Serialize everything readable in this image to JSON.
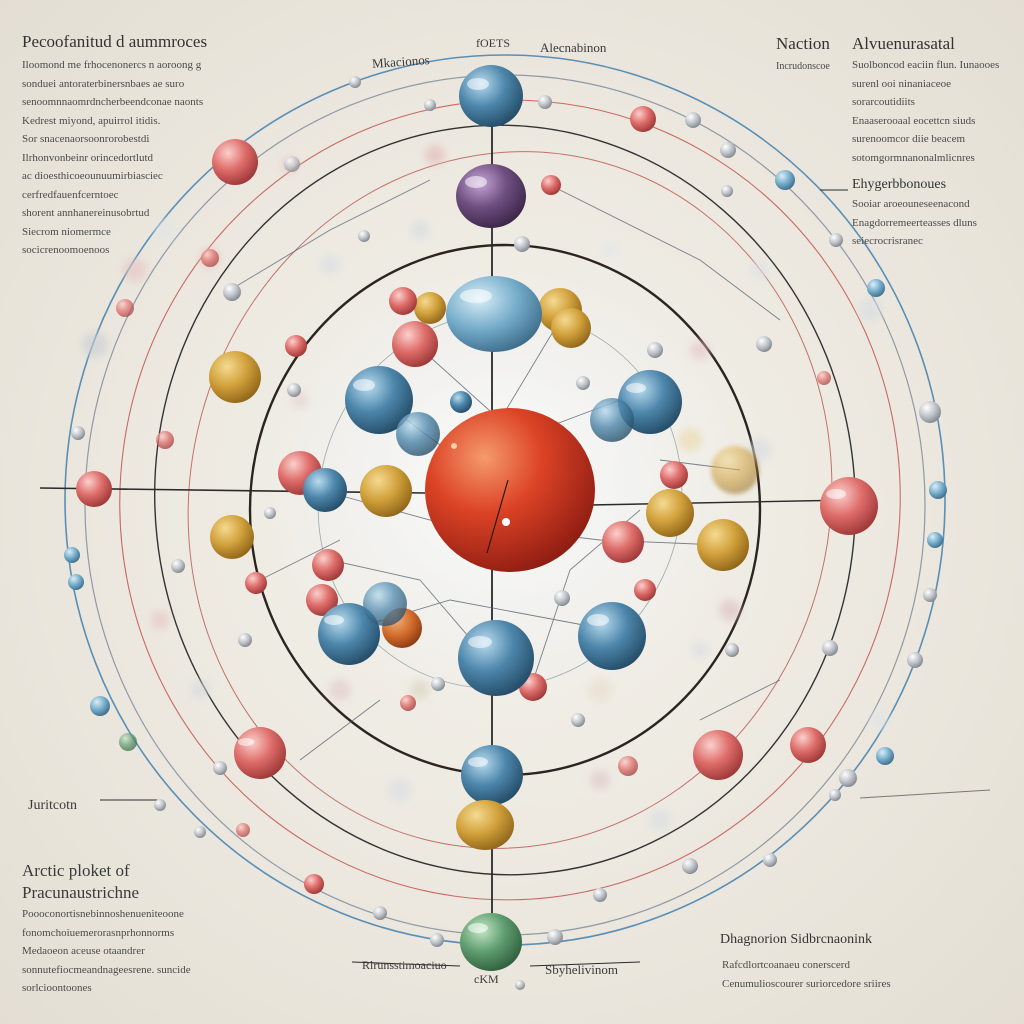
{
  "labels": {
    "top_left_title": "Pecoofanitud d aummroces",
    "top_left_body": [
      "Iloomond me frhocenonercs n aoroong g",
      "sonduei antoraterbinersnbaes ae suro",
      "senoomnnaomrdncherbeendconae naonts",
      "Kedrest miyond, apuirrol itidis.",
      "Sor snacenaorsoonrorobestdi",
      "Ilrhonvonbeinr orincedortlutd",
      "ac dioesthicoeounuumirbiasciec",
      "cerfredfauenfcerntoec",
      "shorent annhanereinusobrtud",
      "Siecrom niomermce",
      "socicrenoomoenoos"
    ],
    "top_right_title_1": "Naction",
    "top_right_sub_1": "Incrudonscoe",
    "top_right_title_2": "Alvuenurasatal",
    "top_right_body_1": [
      "Suolboncod eaciin flun. Iunaooes",
      "surenl ooi ninaniaceoe",
      "sorarcoutidiits",
      "Enaaserooaal eocettcn siuds",
      "surenoomcor diie beacem",
      "sotomgormnanonalmlicnres"
    ],
    "top_right_head_2": "Ehygerbbonoues",
    "top_right_body_2": [
      "Sooiar aroeouneseenacond",
      "Enagdorremeerteasses dluns",
      "seiecrocrisranec"
    ],
    "top_orbit_label_1": "Mkacionos",
    "top_orbit_label_2": "fOETS",
    "top_orbit_label_3": "Alecnabinon",
    "left_mid_label": "Juritcotn",
    "bottom_left_title_1": "Arctic ploket of",
    "bottom_left_title_2": "Pracunaustrichne",
    "bottom_left_body": [
      "Poooconortisnebinnoshenueniteoone",
      "fonomchoiuemerorasnprhonnorms",
      "Medaoeon aceuse otaandrer",
      "sonnutefiocmeandnageesrene. suncide",
      "sorlcioontoones"
    ],
    "bottom_right_title": "Dhagnorion Sidbrcnaonink",
    "bottom_right_body": [
      "Rafcdlortcoanaeu conerscerd",
      "Cenumulioscourer suriorcedore sriires"
    ],
    "bottom_orbit_label_1": "Rlrunsstimoaciuo",
    "bottom_orbit_label_2": "cKM",
    "bottom_orbit_label_3": "Sbyhelivinom"
  },
  "colors": {
    "nucleus": "#d53a22",
    "nucleus_highlight": "#f08658",
    "blue": "#4a7fa3",
    "blue_light": "#a8d0e6",
    "purple": "#6a4d7a",
    "gold": "#d2a23c",
    "pink": "#d65b5b",
    "green": "#5e9b6e",
    "orbit": "#2b2b2b"
  }
}
